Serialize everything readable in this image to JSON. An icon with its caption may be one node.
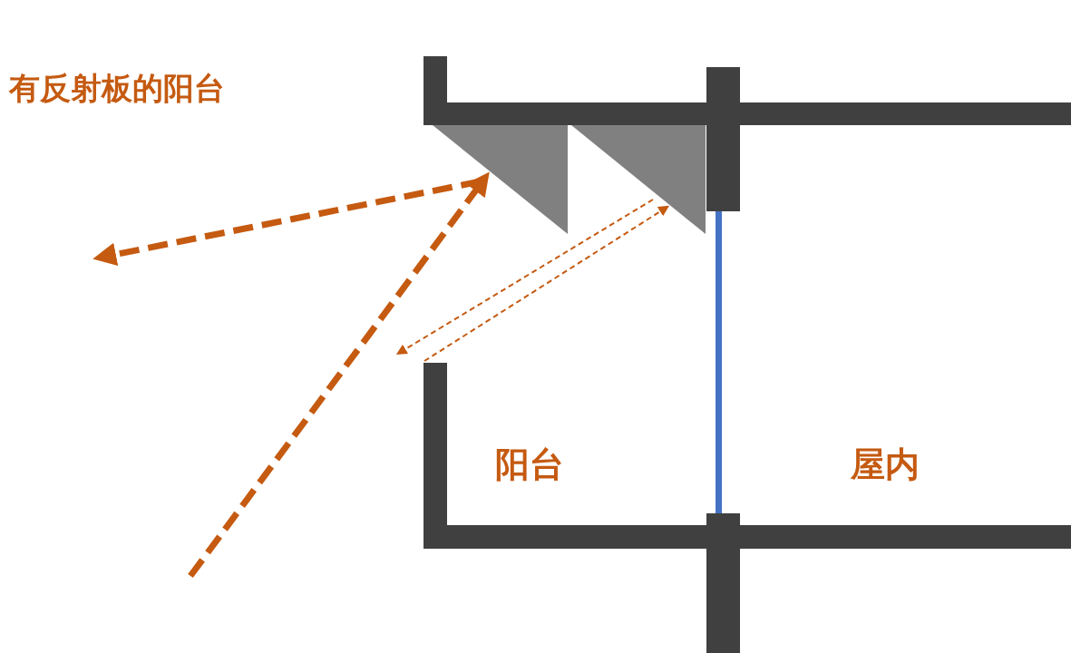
{
  "diagram": {
    "title": "有反射板的阳台",
    "labels": [
      "阳台",
      "屋内"
    ]
  }
}
